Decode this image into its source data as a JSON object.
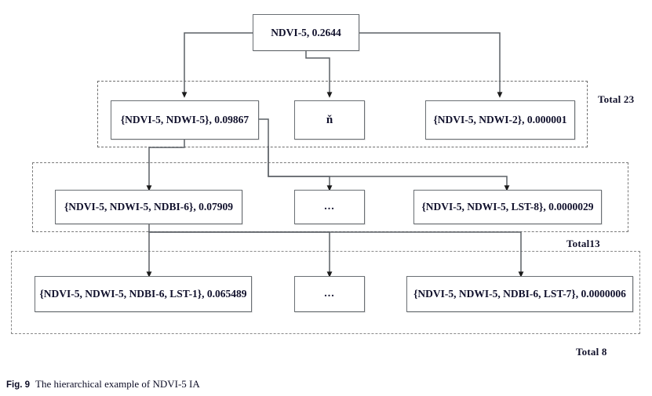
{
  "figure": {
    "caption_label": "Fig. 9",
    "caption_text": "The hierarchical example of NDVI-5 IA",
    "stroke_color": "#6a6f74",
    "group_border_color": "#6e6e6e",
    "text_color": "#11112c",
    "background": "#ffffff"
  },
  "root": {
    "label": "NDVI-5, 0.2644"
  },
  "levels": [
    {
      "name": "level-2",
      "group_label": "Total 23",
      "border_style": "dashed",
      "nodes": [
        {
          "label": "{NDVI-5, NDWI-5}, 0.09867",
          "kind": "item"
        },
        {
          "label": "ň",
          "kind": "glyph"
        },
        {
          "label": "{NDVI-5, NDWI-2}, 0.000001",
          "kind": "item"
        }
      ]
    },
    {
      "name": "level-3",
      "group_label": "Total13",
      "border_style": "dashdot",
      "nodes": [
        {
          "label": "{NDVI-5, NDWI-5, NDBI-6}, 0.07909",
          "kind": "item"
        },
        {
          "label": "...",
          "kind": "ellipsis"
        },
        {
          "label": "{NDVI-5, NDWI-5, LST-8}, 0.0000029",
          "kind": "item"
        }
      ]
    },
    {
      "name": "level-4",
      "group_label": "Total 8",
      "border_style": "dotted",
      "nodes": [
        {
          "label": "{NDVI-5, NDWI-5, NDBI-6, LST-1}, 0.065489",
          "kind": "item"
        },
        {
          "label": "...",
          "kind": "ellipsis"
        },
        {
          "label": "{NDVI-5, NDWI-5, NDBI-6, LST-7}, 0.0000006",
          "kind": "item"
        }
      ]
    }
  ]
}
